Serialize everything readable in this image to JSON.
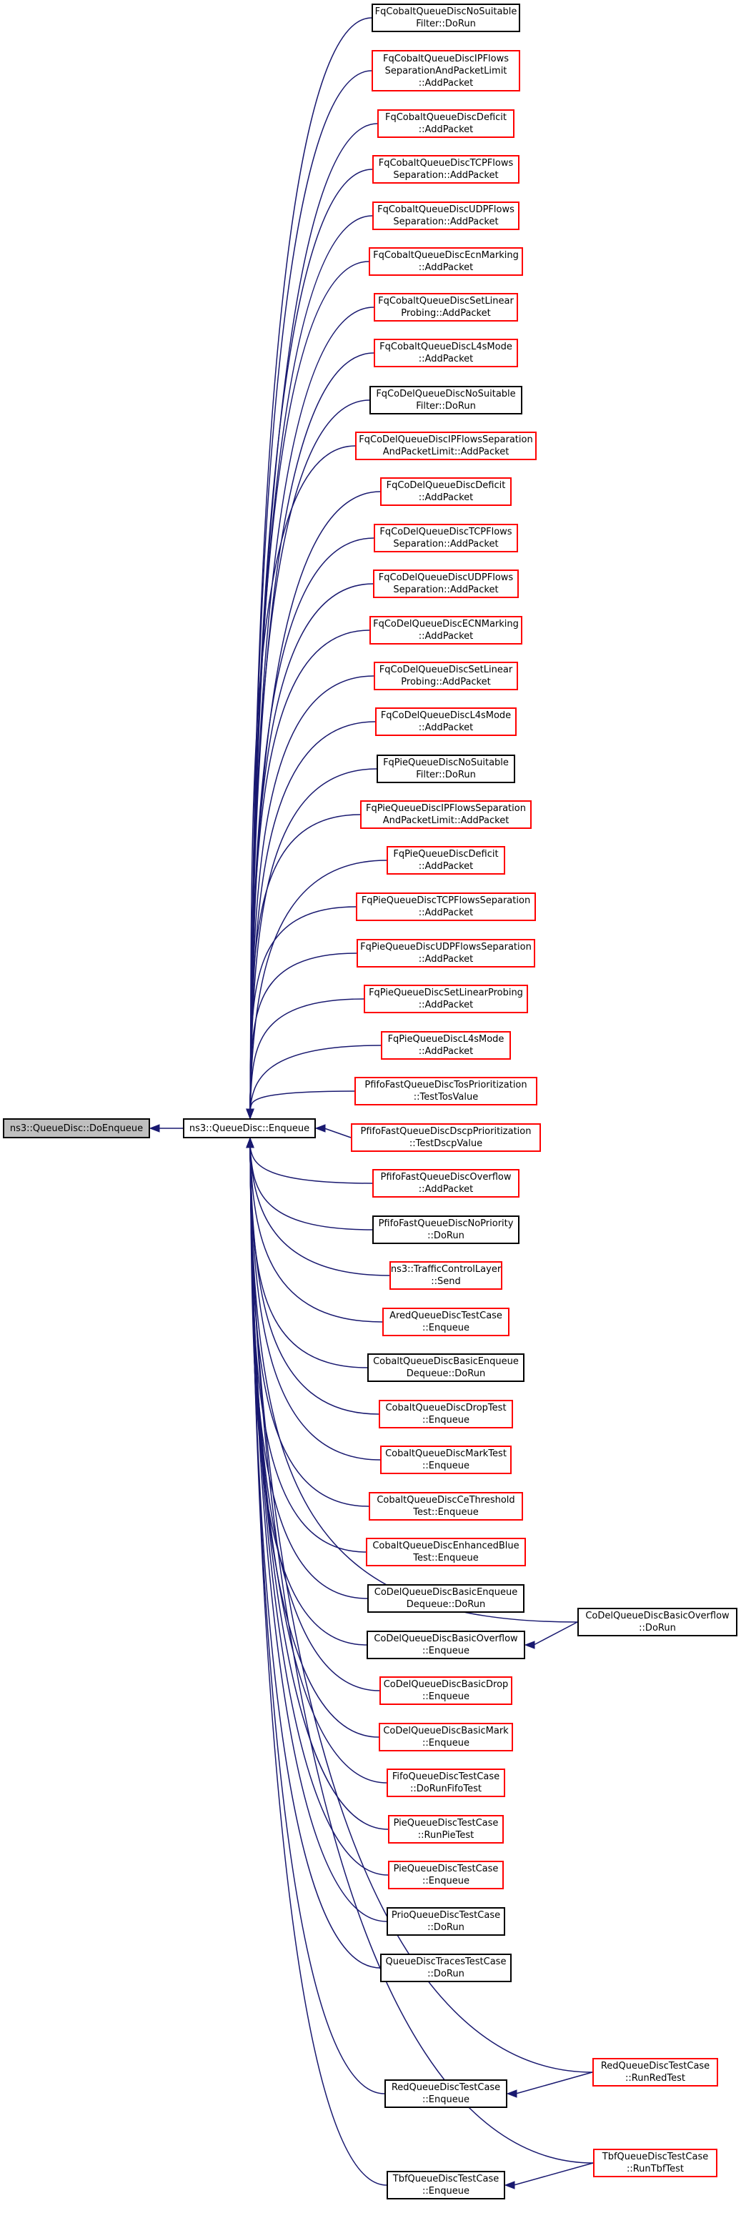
{
  "colors": {
    "edge": "#191970",
    "border_red": "#ff0000",
    "border_black": "#000000",
    "root_fill": "#bfbfbf"
  },
  "root": {
    "lines": [
      "ns3::QueueDisc::DoEnqueue"
    ]
  },
  "center": {
    "lines": [
      "ns3::QueueDisc::Enqueue"
    ]
  },
  "callers": [
    {
      "lines": [
        "FqCobaltQueueDiscNoSuitable",
        "Filter::DoRun"
      ],
      "border": "black"
    },
    {
      "lines": [
        "FqCobaltQueueDiscIPFlows",
        "SeparationAndPacketLimit",
        "::AddPacket"
      ],
      "border": "red"
    },
    {
      "lines": [
        "FqCobaltQueueDiscDeficit",
        "::AddPacket"
      ],
      "border": "red"
    },
    {
      "lines": [
        "FqCobaltQueueDiscTCPFlows",
        "Separation::AddPacket"
      ],
      "border": "red"
    },
    {
      "lines": [
        "FqCobaltQueueDiscUDPFlows",
        "Separation::AddPacket"
      ],
      "border": "red"
    },
    {
      "lines": [
        "FqCobaltQueueDiscEcnMarking",
        "::AddPacket"
      ],
      "border": "red"
    },
    {
      "lines": [
        "FqCobaltQueueDiscSetLinear",
        "Probing::AddPacket"
      ],
      "border": "red"
    },
    {
      "lines": [
        "FqCobaltQueueDiscL4sMode",
        "::AddPacket"
      ],
      "border": "red"
    },
    {
      "lines": [
        "FqCoDelQueueDiscNoSuitable",
        "Filter::DoRun"
      ],
      "border": "black"
    },
    {
      "lines": [
        "FqCoDelQueueDiscIPFlowsSeparation",
        "AndPacketLimit::AddPacket"
      ],
      "border": "red"
    },
    {
      "lines": [
        "FqCoDelQueueDiscDeficit",
        "::AddPacket"
      ],
      "border": "red"
    },
    {
      "lines": [
        "FqCoDelQueueDiscTCPFlows",
        "Separation::AddPacket"
      ],
      "border": "red"
    },
    {
      "lines": [
        "FqCoDelQueueDiscUDPFlows",
        "Separation::AddPacket"
      ],
      "border": "red"
    },
    {
      "lines": [
        "FqCoDelQueueDiscECNMarking",
        "::AddPacket"
      ],
      "border": "red"
    },
    {
      "lines": [
        "FqCoDelQueueDiscSetLinear",
        "Probing::AddPacket"
      ],
      "border": "red"
    },
    {
      "lines": [
        "FqCoDelQueueDiscL4sMode",
        "::AddPacket"
      ],
      "border": "red"
    },
    {
      "lines": [
        "FqPieQueueDiscNoSuitable",
        "Filter::DoRun"
      ],
      "border": "black"
    },
    {
      "lines": [
        "FqPieQueueDiscIPFlowsSeparation",
        "AndPacketLimit::AddPacket"
      ],
      "border": "red"
    },
    {
      "lines": [
        "FqPieQueueDiscDeficit",
        "::AddPacket"
      ],
      "border": "red"
    },
    {
      "lines": [
        "FqPieQueueDiscTCPFlowsSeparation",
        "::AddPacket"
      ],
      "border": "red"
    },
    {
      "lines": [
        "FqPieQueueDiscUDPFlowsSeparation",
        "::AddPacket"
      ],
      "border": "red"
    },
    {
      "lines": [
        "FqPieQueueDiscSetLinearProbing",
        "::AddPacket"
      ],
      "border": "red"
    },
    {
      "lines": [
        "FqPieQueueDiscL4sMode",
        "::AddPacket"
      ],
      "border": "red"
    },
    {
      "lines": [
        "PfifoFastQueueDiscTosPrioritization",
        "::TestTosValue"
      ],
      "border": "red"
    },
    {
      "lines": [
        "PfifoFastQueueDiscDscpPrioritization",
        "::TestDscpValue"
      ],
      "border": "red"
    },
    {
      "lines": [
        "PfifoFastQueueDiscOverflow",
        "::AddPacket"
      ],
      "border": "red"
    },
    {
      "lines": [
        "PfifoFastQueueDiscNoPriority",
        "::DoRun"
      ],
      "border": "black"
    },
    {
      "lines": [
        "ns3::TrafficControlLayer",
        "::Send"
      ],
      "border": "red"
    },
    {
      "lines": [
        "AredQueueDiscTestCase",
        "::Enqueue"
      ],
      "border": "red"
    },
    {
      "lines": [
        "CobaltQueueDiscBasicEnqueue",
        "Dequeue::DoRun"
      ],
      "border": "black"
    },
    {
      "lines": [
        "CobaltQueueDiscDropTest",
        "::Enqueue"
      ],
      "border": "red"
    },
    {
      "lines": [
        "CobaltQueueDiscMarkTest",
        "::Enqueue"
      ],
      "border": "red"
    },
    {
      "lines": [
        "CobaltQueueDiscCeThreshold",
        "Test::Enqueue"
      ],
      "border": "red"
    },
    {
      "lines": [
        "CobaltQueueDiscEnhancedBlue",
        "Test::Enqueue"
      ],
      "border": "red"
    },
    {
      "lines": [
        "CoDelQueueDiscBasicEnqueue",
        "Dequeue::DoRun"
      ],
      "border": "black"
    },
    {
      "lines": [
        "CoDelQueueDiscBasicOverflow",
        "::Enqueue"
      ],
      "border": "black"
    },
    {
      "lines": [
        "CoDelQueueDiscBasicDrop",
        "::Enqueue"
      ],
      "border": "red"
    },
    {
      "lines": [
        "CoDelQueueDiscBasicMark",
        "::Enqueue"
      ],
      "border": "red"
    },
    {
      "lines": [
        "FifoQueueDiscTestCase",
        "::DoRunFifoTest"
      ],
      "border": "red"
    },
    {
      "lines": [
        "PieQueueDiscTestCase",
        "::RunPieTest"
      ],
      "border": "red"
    },
    {
      "lines": [
        "PieQueueDiscTestCase",
        "::Enqueue"
      ],
      "border": "red"
    },
    {
      "lines": [
        "PrioQueueDiscTestCase",
        "::DoRun"
      ],
      "border": "black"
    },
    {
      "lines": [
        "QueueDiscTracesTestCase",
        "::DoRun"
      ],
      "border": "black"
    },
    {
      "lines": [
        "RedQueueDiscTestCase",
        "::Enqueue"
      ],
      "border": "black"
    },
    {
      "lines": [
        "TbfQueueDiscTestCase",
        "::Enqueue"
      ],
      "border": "black"
    }
  ],
  "outer": [
    {
      "lines": [
        "CoDelQueueDiscBasicOverflow",
        "::DoRun"
      ],
      "border": "black"
    },
    {
      "lines": [
        "RedQueueDiscTestCase",
        "::RunRedTest"
      ],
      "border": "red"
    },
    {
      "lines": [
        "TbfQueueDiscTestCase",
        "::RunTbfTest"
      ],
      "border": "red"
    }
  ]
}
